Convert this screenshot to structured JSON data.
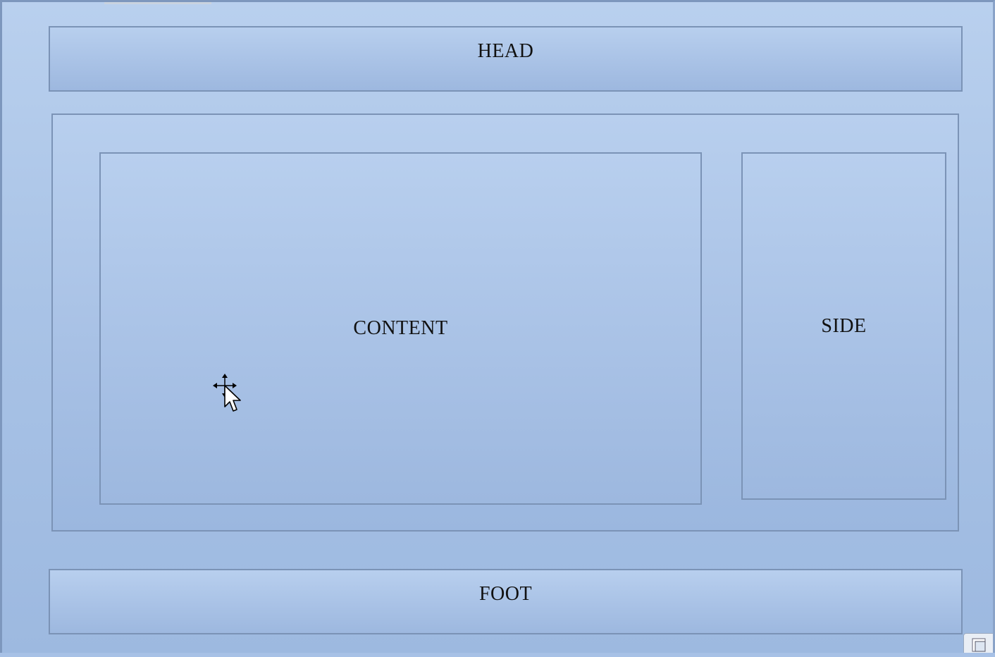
{
  "layout": {
    "head_label": "HEAD",
    "content_label": "CONTENT",
    "side_label": "SIDE",
    "foot_label": "FOOT"
  },
  "icons": {
    "cursor": "move-cursor-icon",
    "corner": "paste-options-icon"
  },
  "colors": {
    "box_fill": "#a9c2e6",
    "box_border": "#7b93b6"
  }
}
